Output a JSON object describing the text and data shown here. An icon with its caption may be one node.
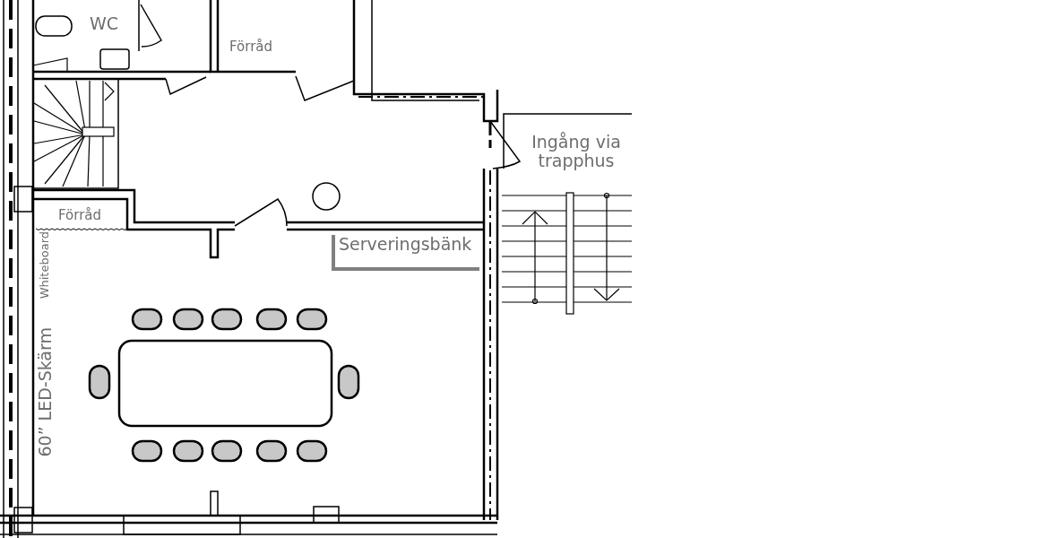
{
  "diagram": {
    "labels": [
      "WC",
      "Förråd",
      "Ingång via trapphus",
      "Förråd",
      "Serveringsbänk",
      "Whiteboard",
      "60” LED-Skärm"
    ]
  }
}
